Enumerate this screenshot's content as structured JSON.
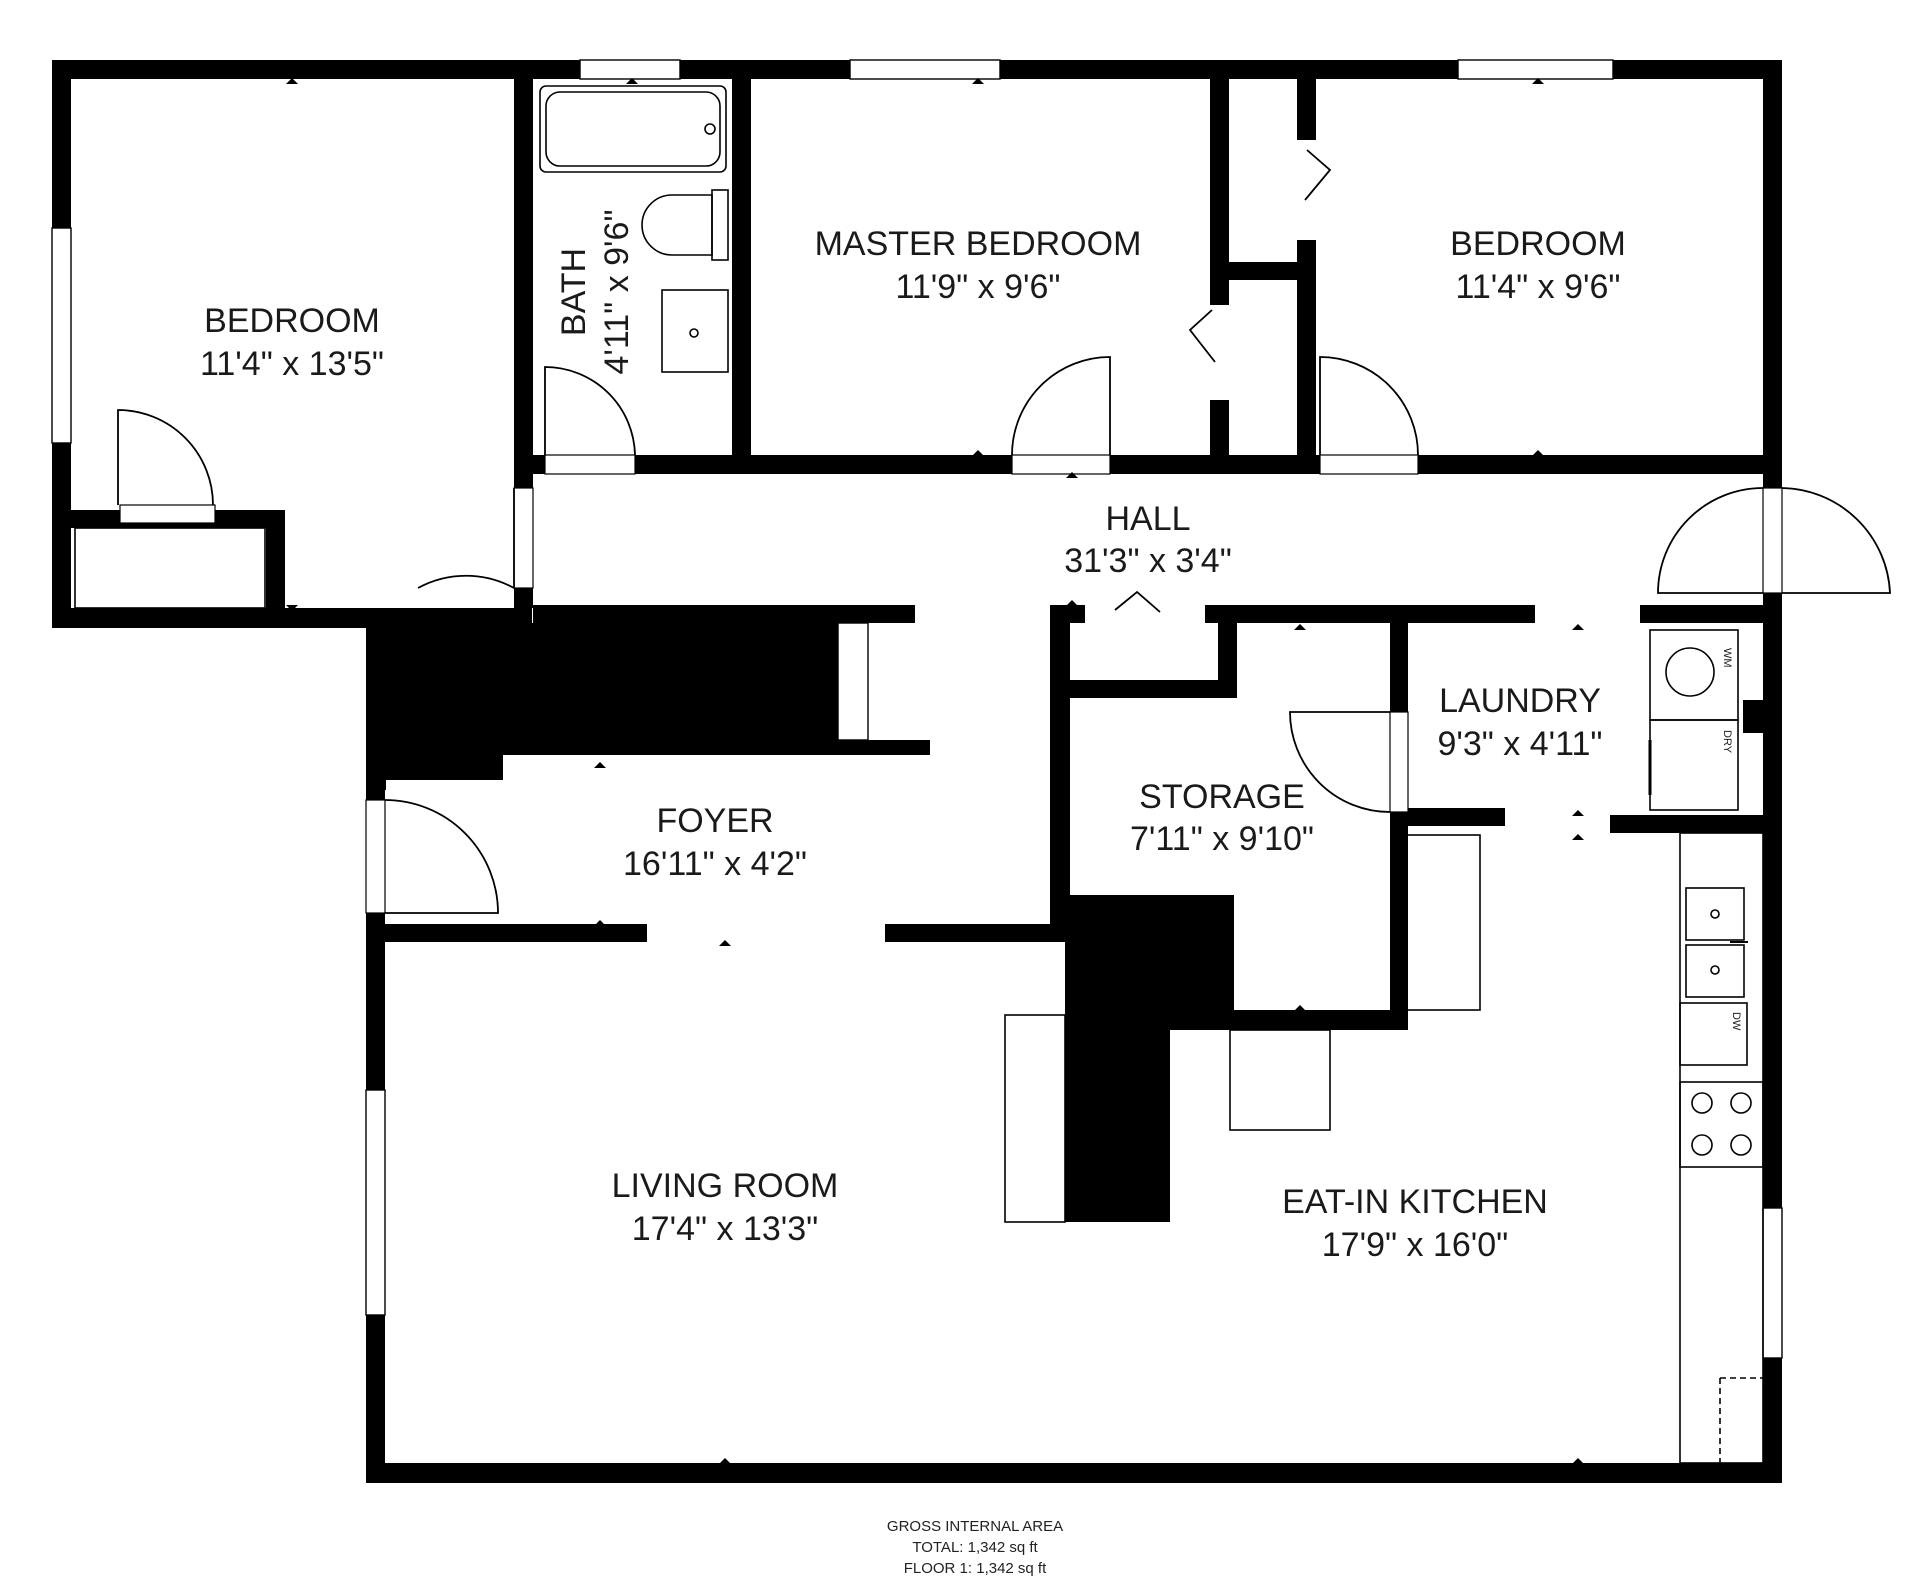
{
  "rooms": {
    "bedroom_left": {
      "name": "BEDROOM",
      "dims": "11'4\" x 13'5\""
    },
    "bath": {
      "name": "BATH",
      "dims": "4'11\" x 9'6\""
    },
    "master_bedroom": {
      "name": "MASTER BEDROOM",
      "dims": "11'9\" x 9'6\""
    },
    "bedroom_right": {
      "name": "BEDROOM",
      "dims": "11'4\" x 9'6\""
    },
    "hall": {
      "name": "HALL",
      "dims": "31'3\" x 3'4\""
    },
    "laundry": {
      "name": "LAUNDRY",
      "dims": "9'3\" x 4'11\""
    },
    "storage": {
      "name": "STORAGE",
      "dims": "7'11\" x 9'10\""
    },
    "foyer": {
      "name": "FOYER",
      "dims": "16'11\" x 4'2\""
    },
    "living_room": {
      "name": "LIVING ROOM",
      "dims": "17'4\" x 13'3\""
    },
    "kitchen": {
      "name": "EAT-IN KITCHEN",
      "dims": "17'9\" x 16'0\""
    }
  },
  "appliances": {
    "washer": "WM",
    "dryer": "DRY",
    "dishwasher": "DW"
  },
  "area": {
    "heading": "GROSS INTERNAL AREA",
    "total": "TOTAL: 1,342 sq ft",
    "floor": "FLOOR 1: 1,342 sq ft"
  },
  "colors": {
    "wall": "#000000",
    "background": "#ffffff"
  }
}
